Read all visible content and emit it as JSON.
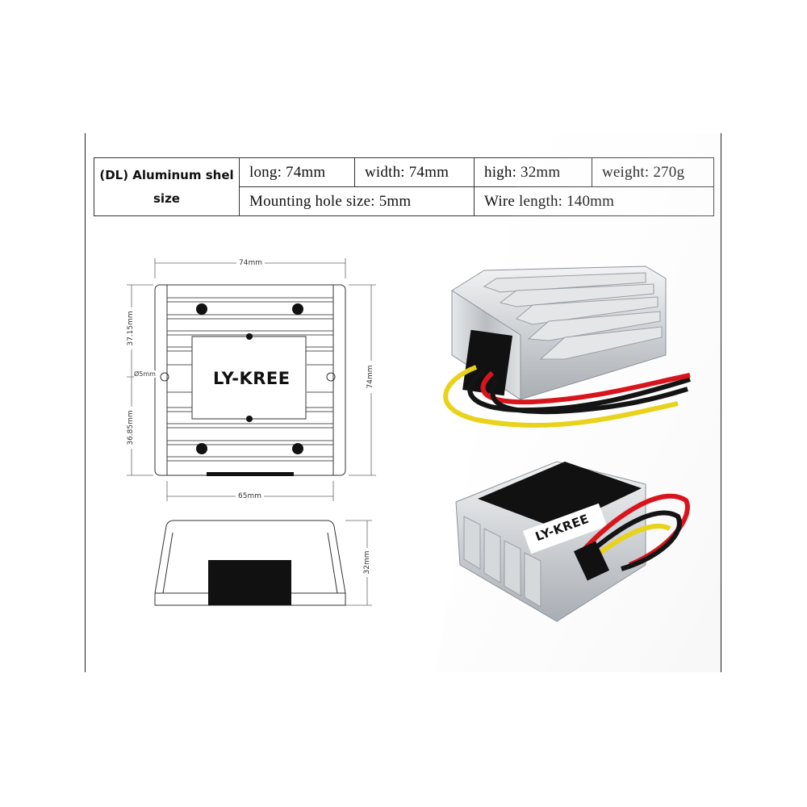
{
  "spec_table": {
    "header_line1": "(DL) Aluminum shel",
    "header_line2": "size",
    "long": "long: 74mm",
    "width": "width: 74mm",
    "high": "high: 32mm",
    "weight": "weight: 270g",
    "mounting_hole": "Mounting hole size: 5mm",
    "wire_length": "Wire length: 140mm"
  },
  "dimensions": {
    "top_width": "74mm",
    "right_height": "74mm",
    "upper_offset": "37.15mm",
    "lower_offset": "36.85mm",
    "hole_diameter": "Ø5mm",
    "bottom_width": "65mm",
    "side_height": "32mm"
  },
  "product_label": "LY-KREE",
  "colors": {
    "wire_yellow": "#e8d21a",
    "wire_red": "#d8141c",
    "wire_black": "#141414",
    "aluminum": "#c9ccd0"
  }
}
